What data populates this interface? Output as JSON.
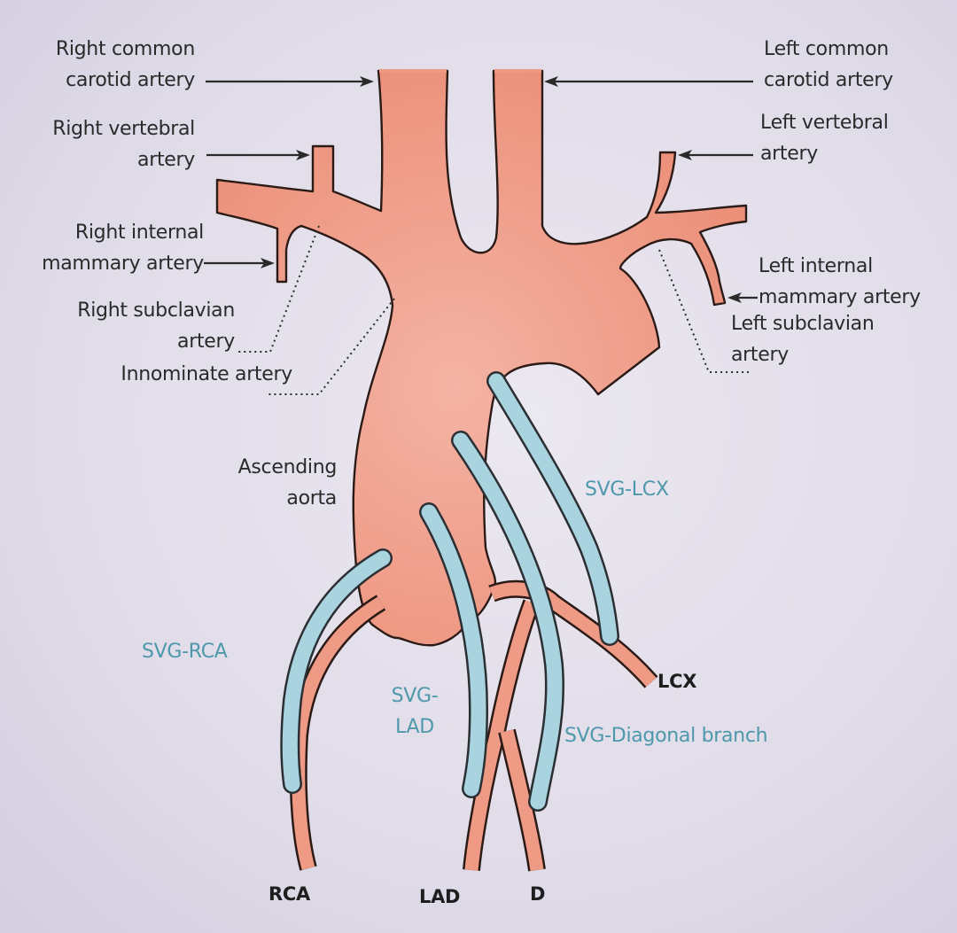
{
  "diagram": {
    "title": "Coronary artery bypass grafts and aortic arch anatomy",
    "colors": {
      "background": "#e3dfea",
      "artery_fill": "#ef9a84",
      "graft_fill": "#a9d4df",
      "outline": "#2b1a16",
      "graft_label": "#4e98ac",
      "text": "#2a2a2a"
    },
    "labels": {
      "right_common_carotid": [
        "Right common",
        "carotid artery"
      ],
      "right_vertebral": [
        "Right vertebral",
        "artery"
      ],
      "right_internal_mammary": [
        "Right internal",
        "mammary artery"
      ],
      "right_subclavian": [
        "Right subclavian",
        "artery"
      ],
      "innominate": "Innominate artery",
      "left_common_carotid": [
        "Left common",
        "carotid artery"
      ],
      "left_vertebral": [
        "Left vertebral",
        "artery"
      ],
      "left_internal_mammary": [
        "Left internal",
        "mammary artery"
      ],
      "left_subclavian": [
        "Left subclavian",
        "artery"
      ],
      "ascending_aorta": [
        "Ascending",
        "aorta"
      ]
    },
    "grafts": {
      "svg_rca": "SVG-RCA",
      "svg_lad": [
        "SVG-",
        "LAD"
      ],
      "svg_lcx": "SVG-LCX",
      "svg_diagonal": "SVG-Diagonal branch"
    },
    "coronaries": {
      "rca": "RCA",
      "lad": "LAD",
      "d": "D",
      "lcx": "LCX"
    }
  }
}
